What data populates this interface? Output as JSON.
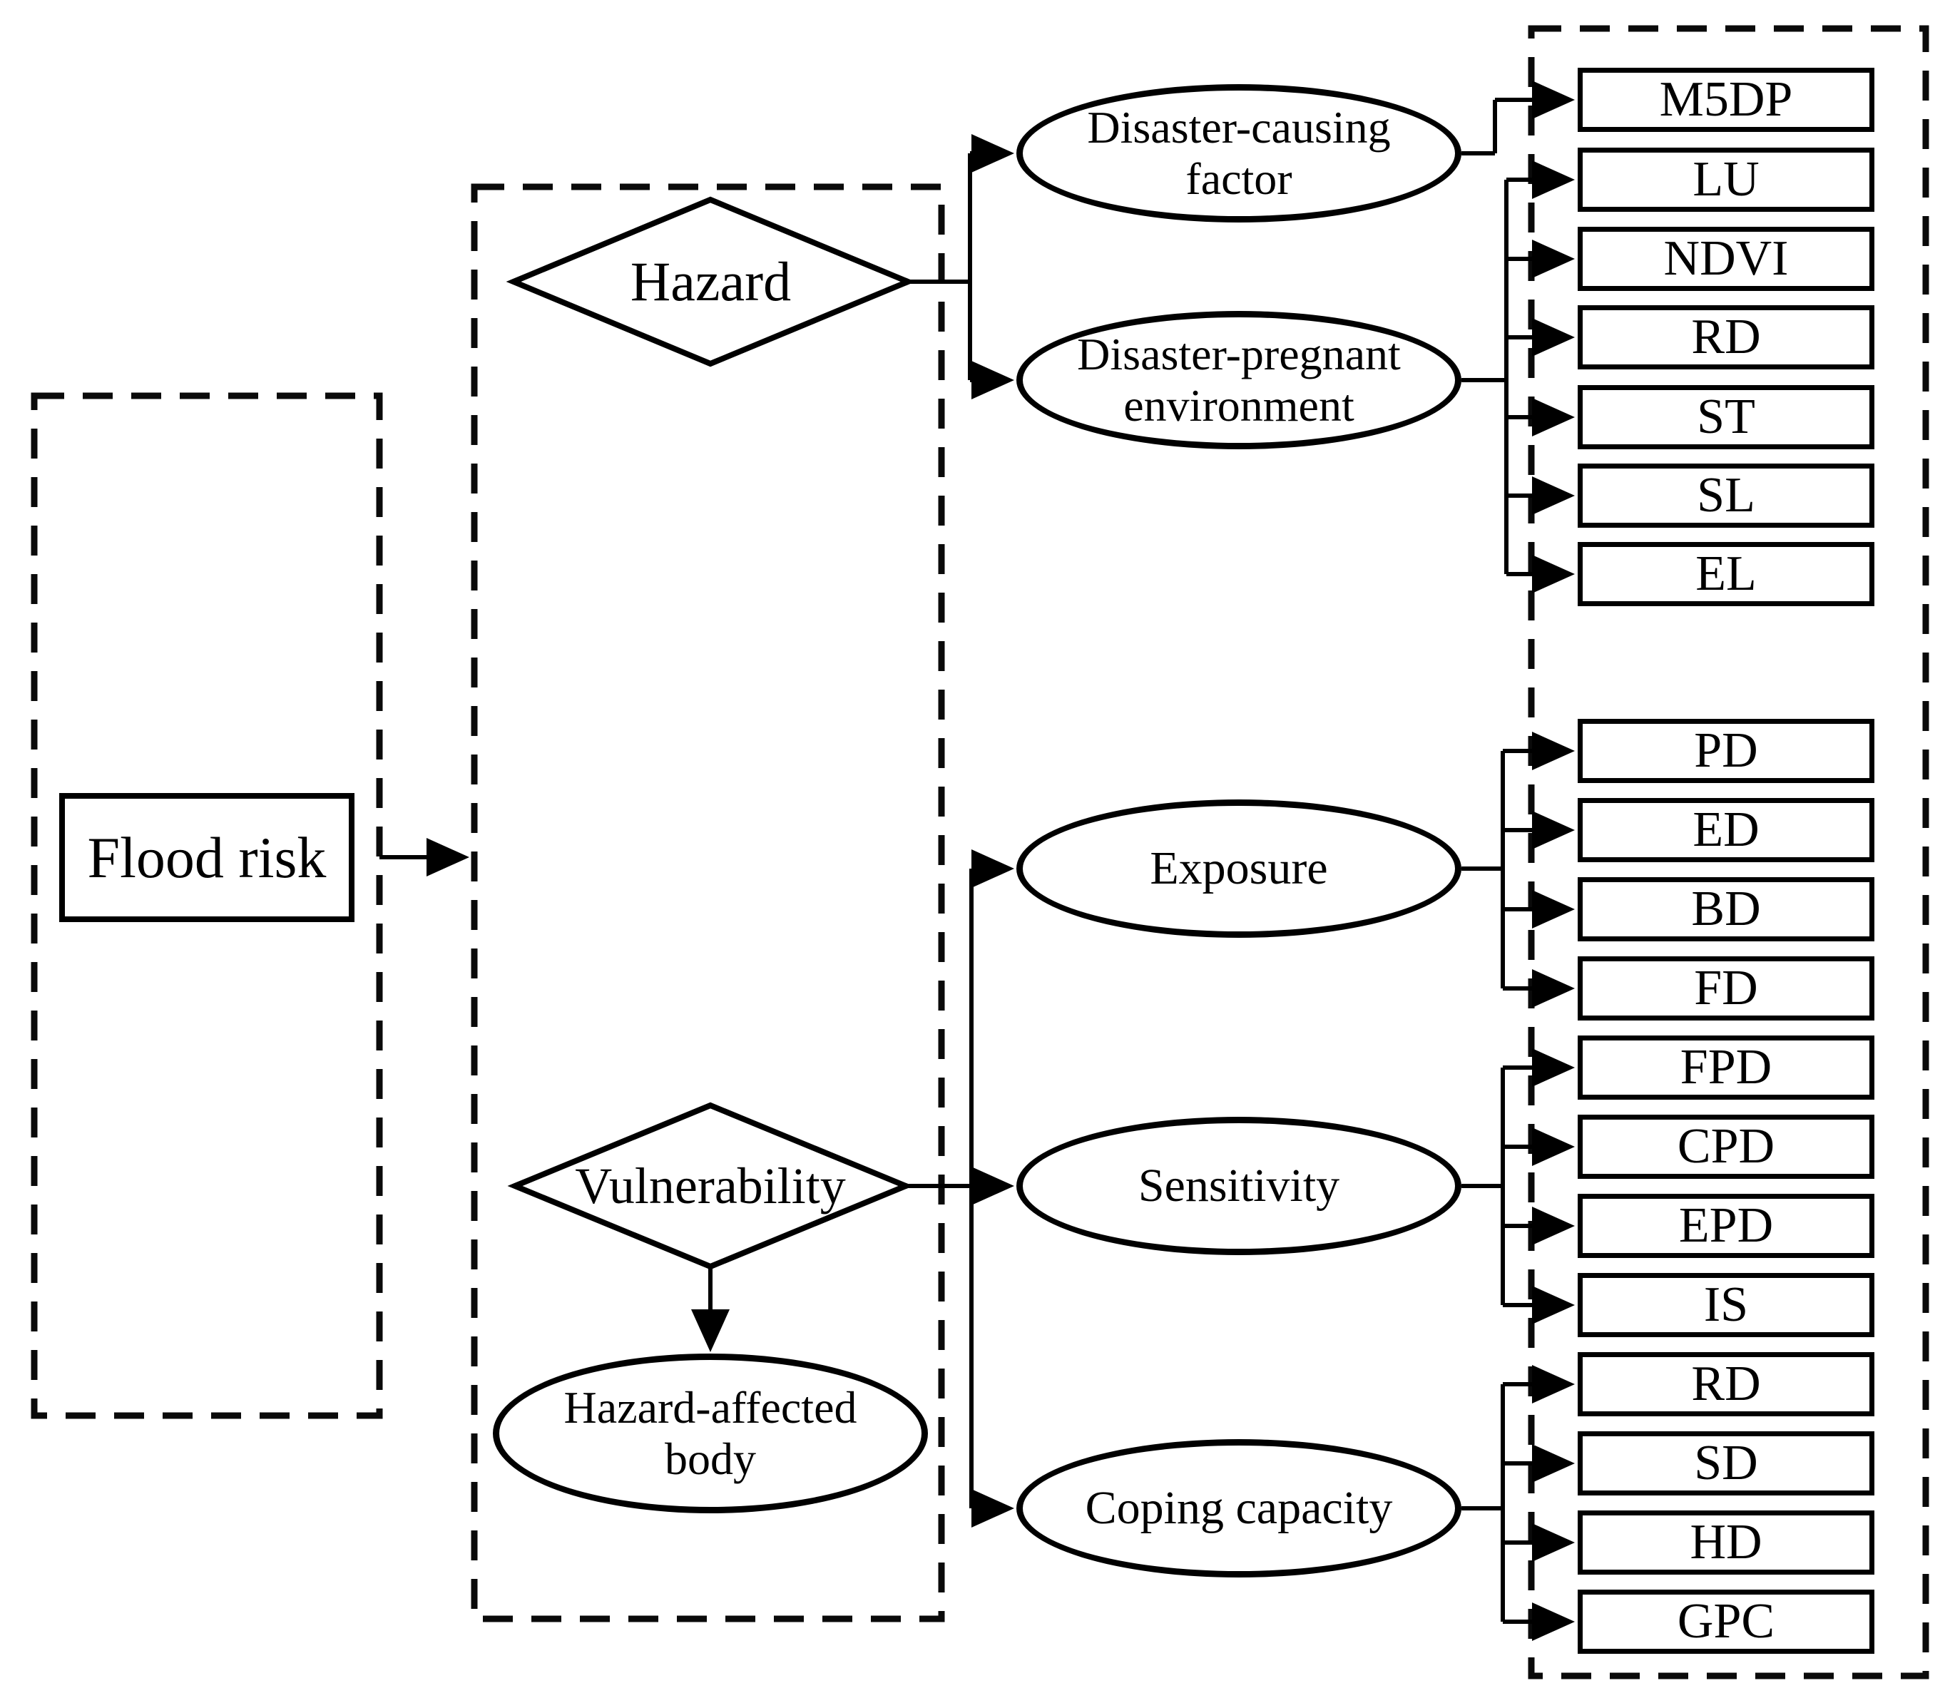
{
  "diagram": {
    "type": "flowchart",
    "colors": {
      "background": "#ffffff",
      "line": "#000000",
      "text": "#000000"
    },
    "nodes": {
      "flood_risk": "Flood risk",
      "hazard": "Hazard",
      "vulnerability": "Vulnerability",
      "hazard_affected_body": [
        "Hazard-affected",
        "body"
      ],
      "disaster_causing_factor": [
        "Disaster-causing",
        "factor"
      ],
      "disaster_pregnant_environment": [
        "Disaster-pregnant",
        "environment"
      ],
      "exposure": "Exposure",
      "sensitivity": "Sensitivity",
      "coping_capacity": "Coping capacity"
    },
    "indicators": {
      "disaster_causing": [
        "M5DP"
      ],
      "disaster_pregnant": [
        "LU",
        "NDVI",
        "RD",
        "ST",
        "SL",
        "EL"
      ],
      "exposure": [
        "PD",
        "ED",
        "BD",
        "FD"
      ],
      "sensitivity": [
        "FPD",
        "CPD",
        "EPD",
        "IS"
      ],
      "coping_capacity": [
        "RD",
        "SD",
        "HD",
        "GPC"
      ]
    }
  }
}
